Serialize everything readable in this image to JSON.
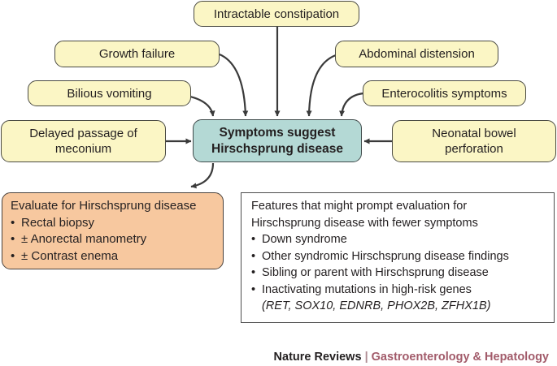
{
  "diagram": {
    "symptoms": [
      {
        "id": "intractable",
        "label": "Intractable constipation"
      },
      {
        "id": "growth",
        "label": "Growth failure"
      },
      {
        "id": "abdominal",
        "label": "Abdominal distension"
      },
      {
        "id": "bilious",
        "label": "Bilious vomiting"
      },
      {
        "id": "enterocolitis",
        "label": "Enterocolitis symptoms"
      },
      {
        "id": "meconium",
        "label": "Delayed passage of meconium"
      },
      {
        "id": "perforation",
        "label": "Neonatal bowel perforation"
      }
    ],
    "center": {
      "line1": "Symptoms suggest",
      "line2": "Hirschsprung disease"
    },
    "evaluate": {
      "title": "Evaluate for Hirschsprung disease",
      "items": [
        "Rectal biopsy",
        "± Anorectal manometry",
        "± Contrast enema"
      ]
    },
    "features": {
      "intro_line1": "Features that might prompt evaluation for",
      "intro_line2": "Hirschsprung disease with fewer symptoms",
      "items": [
        "Down syndrome",
        "Other syndromic Hirschsprung disease findings",
        "Sibling or parent with Hirschsprung disease",
        "Inactivating mutations in high-risk genes"
      ],
      "genes": "(RET, SOX10, EDNRB, PHOX2B, ZFHX1B)"
    }
  },
  "footer": {
    "brand": "Nature Reviews",
    "separator": "|",
    "journal": "Gastroenterology & Hepatology"
  }
}
